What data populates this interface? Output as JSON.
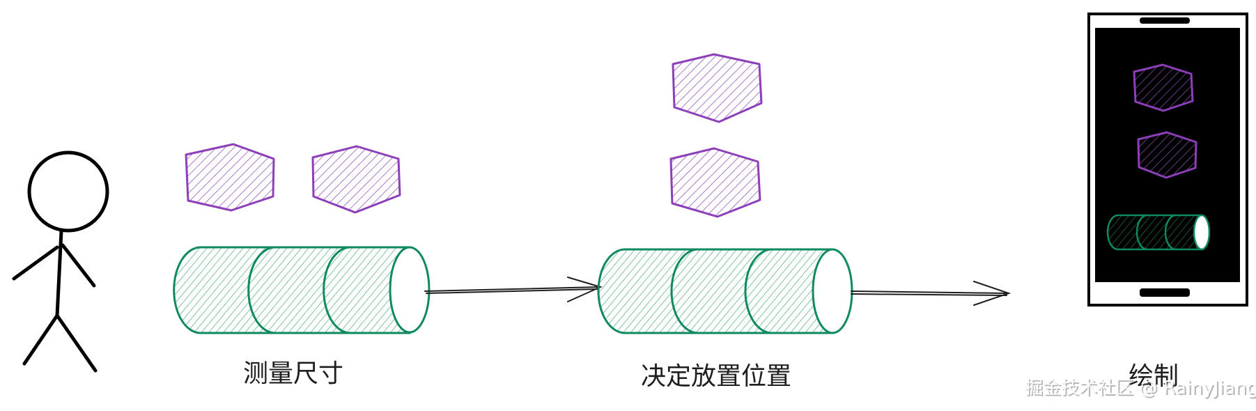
{
  "labels": {
    "measure": "测量尺寸",
    "layout": "决定放置位置",
    "draw": "绘制"
  },
  "watermark": "掘金技术社区 @ RainyJiang",
  "colors": {
    "hexagon": "#8c3fb8",
    "cylinder": "#0f8a5f",
    "cylinder_fill": "#3aa96b",
    "stroke": "#1e1e1e",
    "screen": "#000000"
  },
  "icons": {
    "person": "stick-figure-icon",
    "arrow": "arrow-right-icon",
    "phone": "phone-icon"
  }
}
